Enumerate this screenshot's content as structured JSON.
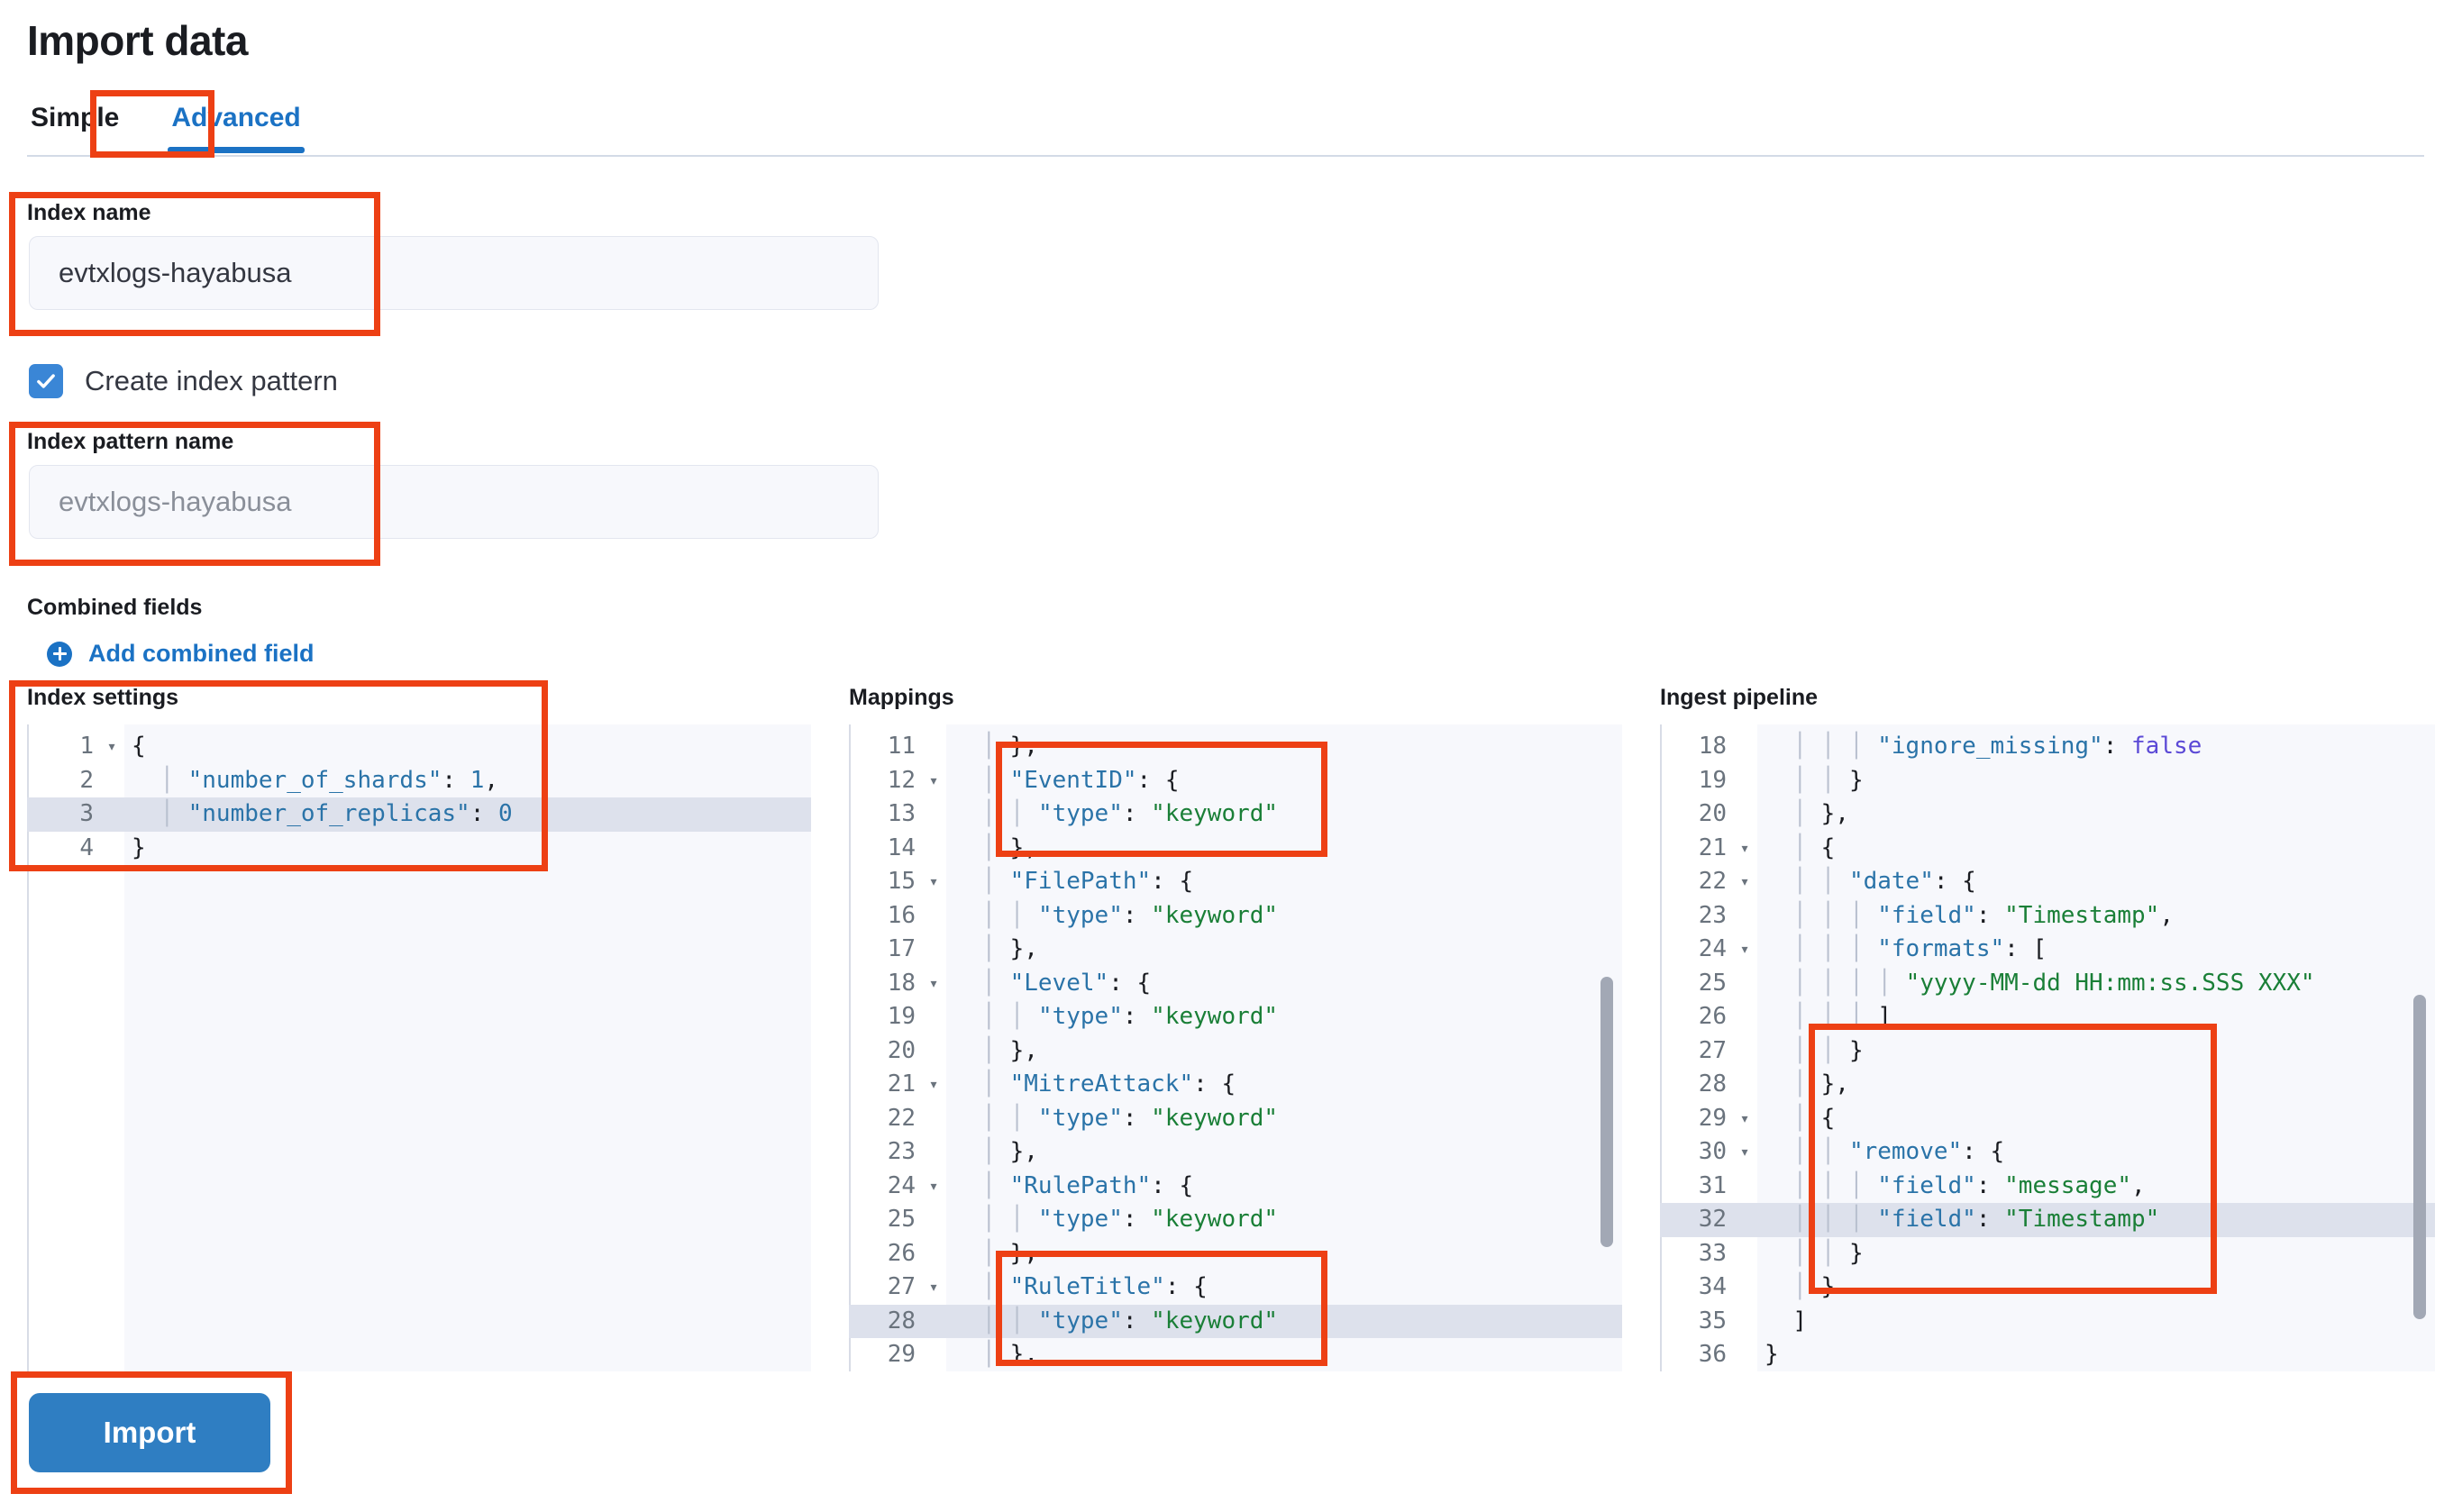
{
  "page": {
    "title": "Import data"
  },
  "tabs": [
    {
      "label": "Simple",
      "active": false
    },
    {
      "label": "Advanced",
      "active": true
    }
  ],
  "form": {
    "index_name": {
      "label": "Index name",
      "value": "evtxlogs-hayabusa"
    },
    "create_index_pattern": {
      "label": "Create index pattern",
      "checked": true
    },
    "index_pattern_name": {
      "label": "Index pattern name",
      "placeholder": "evtxlogs-hayabusa"
    },
    "combined_fields": {
      "label": "Combined fields",
      "add_link": "Add combined field"
    }
  },
  "editors": {
    "index_settings": {
      "title": "Index settings",
      "highlight_line": 3,
      "lines": [
        {
          "n": "1",
          "fold": true,
          "text": "{"
        },
        {
          "n": "2",
          "fold": false,
          "text": "    \"number_of_shards\": 1,"
        },
        {
          "n": "3",
          "fold": false,
          "text": "    \"number_of_replicas\": 0"
        },
        {
          "n": "4",
          "fold": false,
          "text": "}"
        }
      ]
    },
    "mappings": {
      "title": "Mappings",
      "highlight_line": 28,
      "lines": [
        {
          "n": "11",
          "fold": false,
          "text": "    },"
        },
        {
          "n": "12",
          "fold": true,
          "text": "    \"EventID\": {"
        },
        {
          "n": "13",
          "fold": false,
          "text": "      \"type\": \"keyword\""
        },
        {
          "n": "14",
          "fold": false,
          "text": "    },"
        },
        {
          "n": "15",
          "fold": true,
          "text": "    \"FilePath\": {"
        },
        {
          "n": "16",
          "fold": false,
          "text": "      \"type\": \"keyword\""
        },
        {
          "n": "17",
          "fold": false,
          "text": "    },"
        },
        {
          "n": "18",
          "fold": true,
          "text": "    \"Level\": {"
        },
        {
          "n": "19",
          "fold": false,
          "text": "      \"type\": \"keyword\""
        },
        {
          "n": "20",
          "fold": false,
          "text": "    },"
        },
        {
          "n": "21",
          "fold": true,
          "text": "    \"MitreAttack\": {"
        },
        {
          "n": "22",
          "fold": false,
          "text": "      \"type\": \"keyword\""
        },
        {
          "n": "23",
          "fold": false,
          "text": "    },"
        },
        {
          "n": "24",
          "fold": true,
          "text": "    \"RulePath\": {"
        },
        {
          "n": "25",
          "fold": false,
          "text": "      \"type\": \"keyword\""
        },
        {
          "n": "26",
          "fold": false,
          "text": "    },"
        },
        {
          "n": "27",
          "fold": true,
          "text": "    \"RuleTitle\": {"
        },
        {
          "n": "28",
          "fold": false,
          "text": "      \"type\": \"keyword\""
        },
        {
          "n": "29",
          "fold": false,
          "text": "    },"
        }
      ]
    },
    "ingest_pipeline": {
      "title": "Ingest pipeline",
      "highlight_line": 32,
      "lines": [
        {
          "n": "18",
          "fold": false,
          "text": "        \"ignore_missing\": false"
        },
        {
          "n": "19",
          "fold": false,
          "text": "      }"
        },
        {
          "n": "20",
          "fold": false,
          "text": "    },"
        },
        {
          "n": "21",
          "fold": true,
          "text": "    {"
        },
        {
          "n": "22",
          "fold": true,
          "text": "      \"date\": {"
        },
        {
          "n": "23",
          "fold": false,
          "text": "        \"field\": \"Timestamp\","
        },
        {
          "n": "24",
          "fold": true,
          "text": "        \"formats\": ["
        },
        {
          "n": "25",
          "fold": false,
          "text": "          \"yyyy-MM-dd HH:mm:ss.SSS XXX\""
        },
        {
          "n": "26",
          "fold": false,
          "text": "        ]"
        },
        {
          "n": "27",
          "fold": false,
          "text": "      }"
        },
        {
          "n": "28",
          "fold": false,
          "text": "    },"
        },
        {
          "n": "29",
          "fold": true,
          "text": "    {"
        },
        {
          "n": "30",
          "fold": true,
          "text": "      \"remove\": {"
        },
        {
          "n": "31",
          "fold": false,
          "text": "        \"field\": \"message\","
        },
        {
          "n": "32",
          "fold": false,
          "text": "        \"field\": \"Timestamp\""
        },
        {
          "n": "33",
          "fold": false,
          "text": "      }"
        },
        {
          "n": "34",
          "fold": false,
          "text": "    }"
        },
        {
          "n": "35",
          "fold": false,
          "text": "  ]"
        },
        {
          "n": "36",
          "fold": false,
          "text": "}"
        }
      ]
    }
  },
  "actions": {
    "import_label": "Import"
  },
  "colors": {
    "accent_blue": "#1b72c4",
    "annotation_red": "#ed4014",
    "button_blue": "#2f7ec2",
    "string_green": "#1a7f37",
    "key_blue": "#2a73a8",
    "bool_purple": "#5b49d6"
  }
}
